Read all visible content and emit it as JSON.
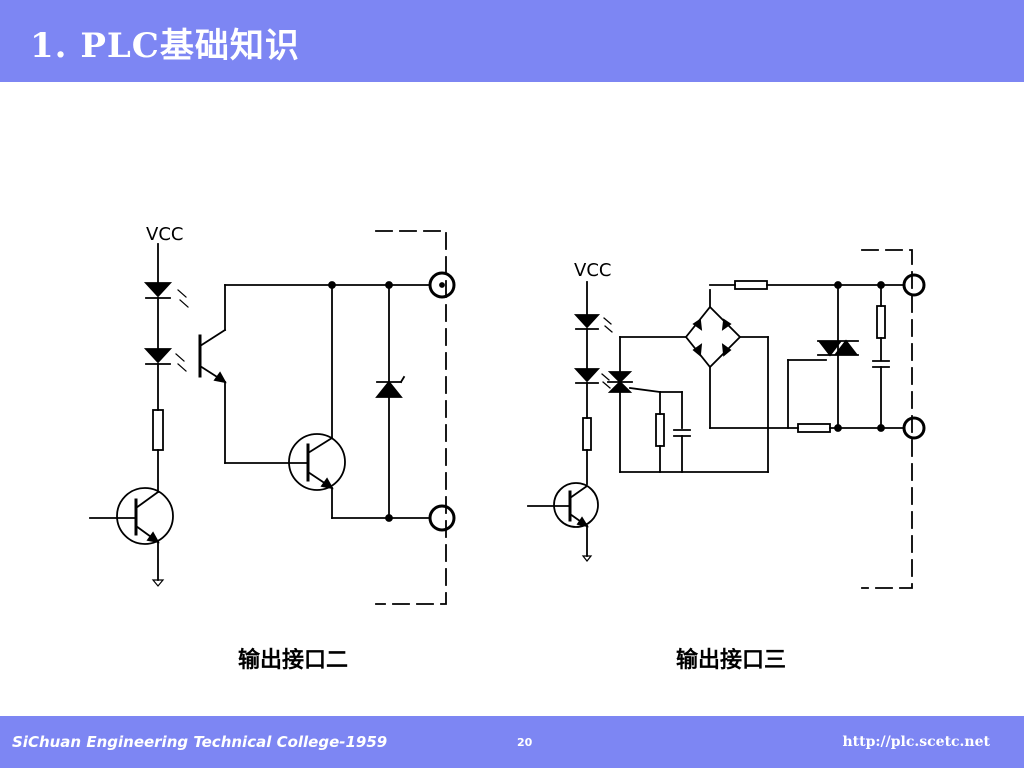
{
  "slide": {
    "title": "1. PLC基础知识",
    "footer_left": "SiChuan Engineering Technical College-1959",
    "page_number": "20",
    "footer_url": "http://plc.scetc.net"
  },
  "diagrams": [
    {
      "vcc_label": "VCC",
      "caption": "输出接口二"
    },
    {
      "vcc_label": "VCC",
      "caption": "输出接口三"
    }
  ]
}
